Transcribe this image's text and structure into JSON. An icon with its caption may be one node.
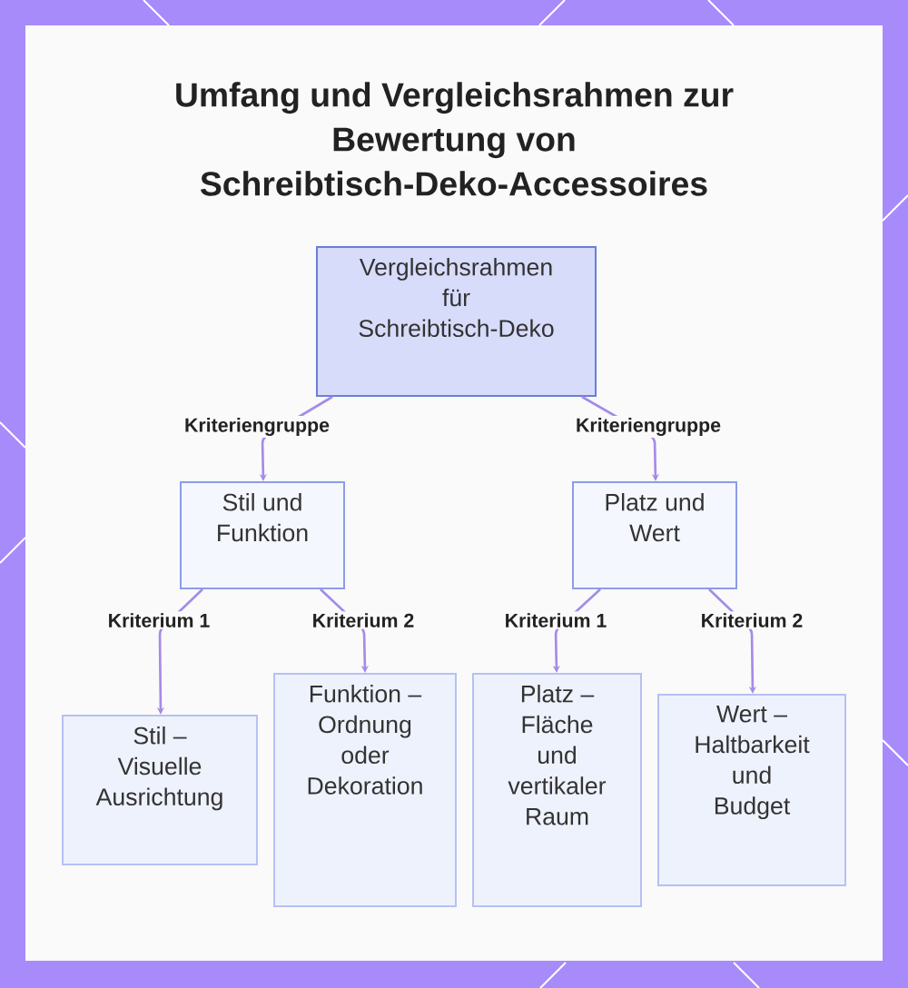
{
  "diagram": {
    "title": "Umfang und Vergleichsrahmen zur Bewertung von Schreibtisch-Deko-Accessoires",
    "nodes": [
      {
        "text": [
          "Vergleichsrahmen für Schreibtisch-Deko"
        ]
      },
      {
        "text": [
          "Stil und Funktion"
        ]
      },
      {
        "text": [
          "Platz und Wert"
        ]
      },
      {
        "text": [
          "Stil – Visuelle Ausrichtung"
        ]
      },
      {
        "text": [
          "Funktion – Ordnung oder Dekoration"
        ]
      },
      {
        "text": [
          "Platz – Fläche und vertikaler Raum"
        ]
      },
      {
        "text": [
          "Wert – Haltbarkeit und Budget"
        ]
      }
    ],
    "edges": [
      {
        "from": 0,
        "to": 1,
        "arrow": "to",
        "label": "Kriteriengruppe"
      },
      {
        "from": 0,
        "to": 2,
        "arrow": "to",
        "label": "Kriteriengruppe"
      },
      {
        "from": 1,
        "to": 3,
        "arrow": "to",
        "label": "Kriterium 1"
      },
      {
        "from": 1,
        "to": 4,
        "arrow": "to",
        "label": "Kriterium 2"
      },
      {
        "from": 2,
        "to": 5,
        "arrow": "to",
        "label": "Kriterium 1"
      },
      {
        "from": 2,
        "to": 6,
        "arrow": "to",
        "label": "Kriterium 2"
      }
    ]
  }
}
